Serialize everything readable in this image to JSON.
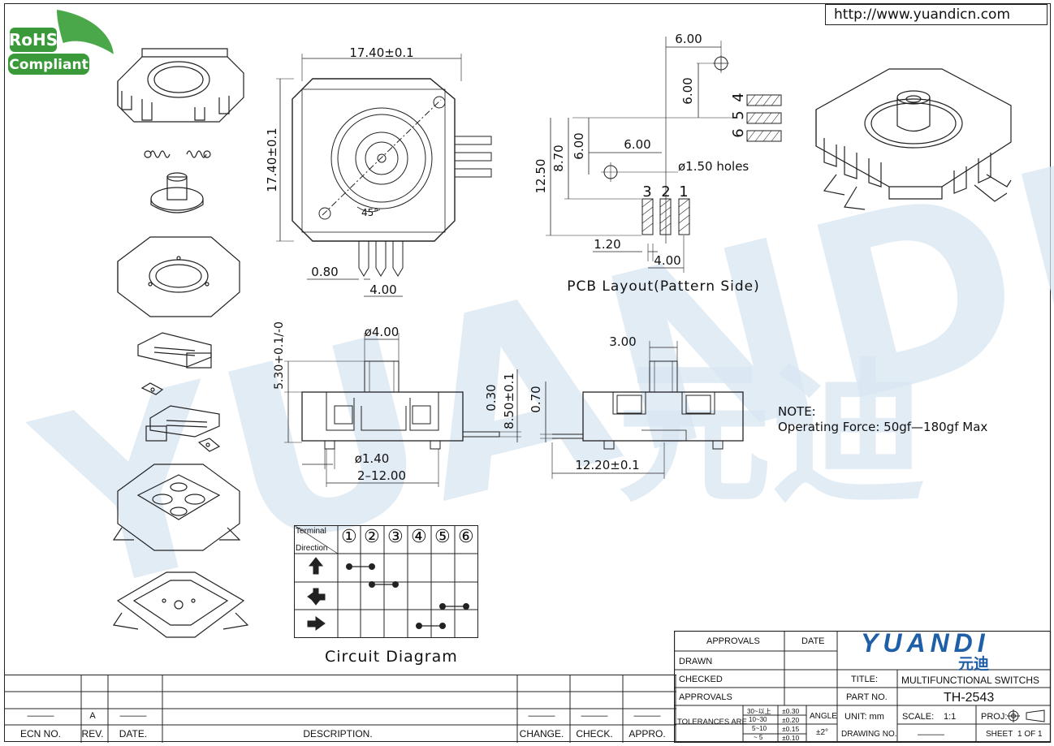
{
  "header": {
    "url": "http://www.yuandicn.com"
  },
  "badge": {
    "line1": "RoHS",
    "line2": "Compliant"
  },
  "watermark": {
    "latin": "YUANDI",
    "cjk": "元迪"
  },
  "top_view_dims": {
    "width": "17.40±0.1",
    "height": "17.40±0.1",
    "angle": "45°",
    "pin_width": "0.80",
    "pin_pitch": "4.00"
  },
  "pcb_layout": {
    "title": "PCB Layout(Pattern Side)",
    "dim_top": "6.00",
    "dim_vert_top": "6.00",
    "dim_mid": "6.00",
    "dim_vert_mid": "6.00",
    "dim_870": "8.70",
    "dim_1250": "12.50",
    "holes": "ø1.50 holes",
    "pad_labels_top": [
      "4",
      "5",
      "6"
    ],
    "pad_labels_bottom": [
      "3",
      "2",
      "1"
    ],
    "dim_pad_width": "1.20",
    "dim_pad_pitch": "4.00"
  },
  "side_view_dims": {
    "shaft_dia": "ø4.00",
    "shaft_height": "5.30+0.1/-0",
    "body_height": "8.50±0.1",
    "small": "0.30",
    "peg_dia": "ø1.40",
    "peg_pitch": "2–12.00"
  },
  "right_view_dims": {
    "shaft": "3.00",
    "base": "0.70",
    "length": "12.20±0.1"
  },
  "note": {
    "title": "NOTE:",
    "text": "Operating Force: 50gf—180gf Max"
  },
  "circuit": {
    "caption": "Circuit Diagram",
    "header_terminal": "Terminal",
    "header_direction": "Direction",
    "terminals": [
      "①",
      "②",
      "③",
      "④",
      "⑤",
      "⑥"
    ],
    "rows": [
      {
        "direction": "up",
        "from": 1,
        "to": 2
      },
      {
        "direction": "down",
        "from": 2,
        "to": 3
      },
      {
        "direction": "left",
        "from": 5,
        "to": 6
      },
      {
        "direction": "right",
        "from": 4,
        "to": 5
      }
    ]
  },
  "revision_table": {
    "headers": [
      "ECN NO.",
      "REV.",
      "DATE.",
      "DESCRIPTION.",
      "CHANGE.",
      "CHECK.",
      "APPRO."
    ],
    "row_values": [
      "———",
      "A",
      "———",
      "",
      "———",
      "———",
      "———"
    ]
  },
  "title_block": {
    "approvals": "APPROVALS",
    "date": "DATE",
    "drawn": "DRAWN",
    "checked": "CHECKED",
    "approvals_row": "APPROVALS",
    "tolerances_are": "TOLERANCES ARE",
    "tol_ranges": [
      "30~以上",
      "10~30",
      "5~10",
      "~ 5"
    ],
    "tol_values": [
      "±0.30",
      "±0.20",
      "±0.15",
      "±0.10"
    ],
    "angle_label": "ANGLE",
    "angle_value": "±2°",
    "brand": "YUANDI",
    "brand_cjk": "元迪",
    "title_label": "TITLE:",
    "title_value": "MULTIFUNCTIONAL SWITCHS",
    "part_label": "PART NO.",
    "part_value": "TH-2543",
    "unit": "UNIT: mm",
    "scale_label": "SCALE:",
    "scale_value": "1:1",
    "proj": "PROJ:",
    "drawing_no": "DRAWING NO.",
    "drawing_no_value": "———",
    "sheet": "SHEET",
    "sheet_value": "1  OF  1"
  },
  "colors": {
    "line": "#222222",
    "watermark": "#cfe0ef",
    "badge_green": "#3a9a3a",
    "brand_blue": "#1f5fa8"
  }
}
